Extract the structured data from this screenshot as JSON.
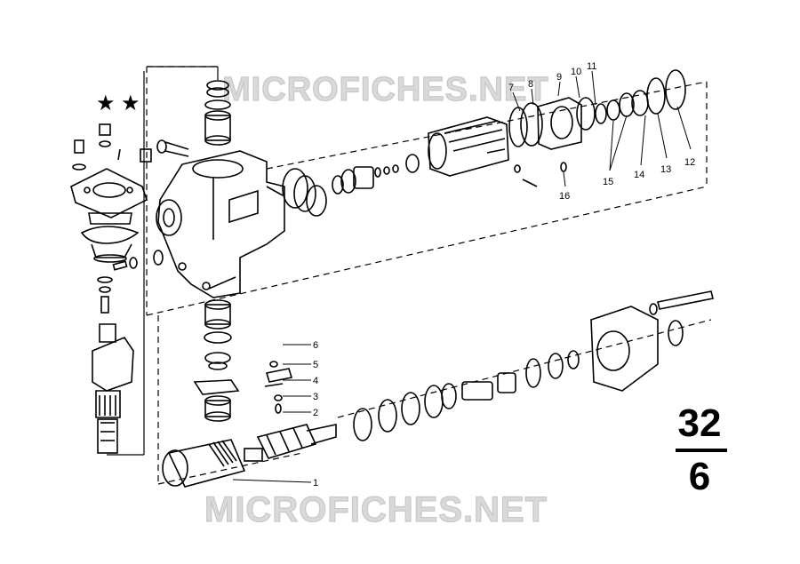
{
  "watermark": {
    "text": "MICROFICHES.NET"
  },
  "sheet": {
    "group": "32",
    "page": "6"
  },
  "markers": {
    "star1": "★",
    "star2": "★"
  },
  "callouts": {
    "c1": "1",
    "c2": "2",
    "c3": "3",
    "c4": "4",
    "c5": "5",
    "c6": "6",
    "c7": "7",
    "c8": "8",
    "c9": "9",
    "c10": "10",
    "c11": "11",
    "c12": "12",
    "c13": "13",
    "c14": "14",
    "c15": "15",
    "c16": "16"
  }
}
